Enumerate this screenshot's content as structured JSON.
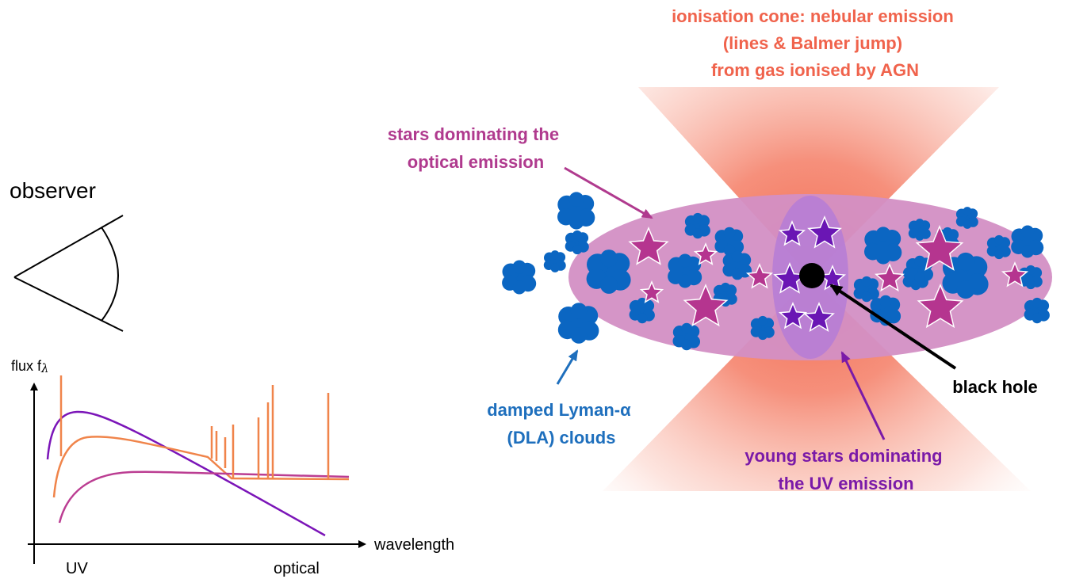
{
  "colors": {
    "cone": "#f26a4f",
    "disk": "#d38fc4",
    "bulge": "#b57dd6",
    "star_outer": "#b5358f",
    "star_inner": "#6a16b4",
    "cloud": "#0b66c2",
    "line_purple": "#7b15b8",
    "line_orange": "#f0844a",
    "line_magenta": "#bb3d92",
    "label_cone": "#f0634c",
    "label_stars": "#b03a8e",
    "label_dla": "#1e6fbd",
    "label_young": "#7a1aa8",
    "label_bh": "#000000"
  },
  "labels": {
    "cone": [
      "ionisation cone: nebular emission",
      "(lines & Balmer jump)",
      "from gas ionised by AGN"
    ],
    "stars_optical": [
      "stars dominating the",
      "optical emission"
    ],
    "observer": "observer",
    "dla": [
      "damped Lyman-α",
      "(DLA) clouds"
    ],
    "young_stars": [
      "young stars dominating",
      "the UV emission"
    ],
    "black_hole": "black hole"
  },
  "spectrum": {
    "ylabel": "flux f",
    "ylabel_sub": "λ",
    "xlabel": "wavelength",
    "tick_uv": "UV",
    "tick_optical": "optical"
  },
  "icons": {
    "observer_eye": "eye-icon",
    "star": "star-icon",
    "cloud": "cloud-icon",
    "black_hole": "black-hole-icon"
  }
}
